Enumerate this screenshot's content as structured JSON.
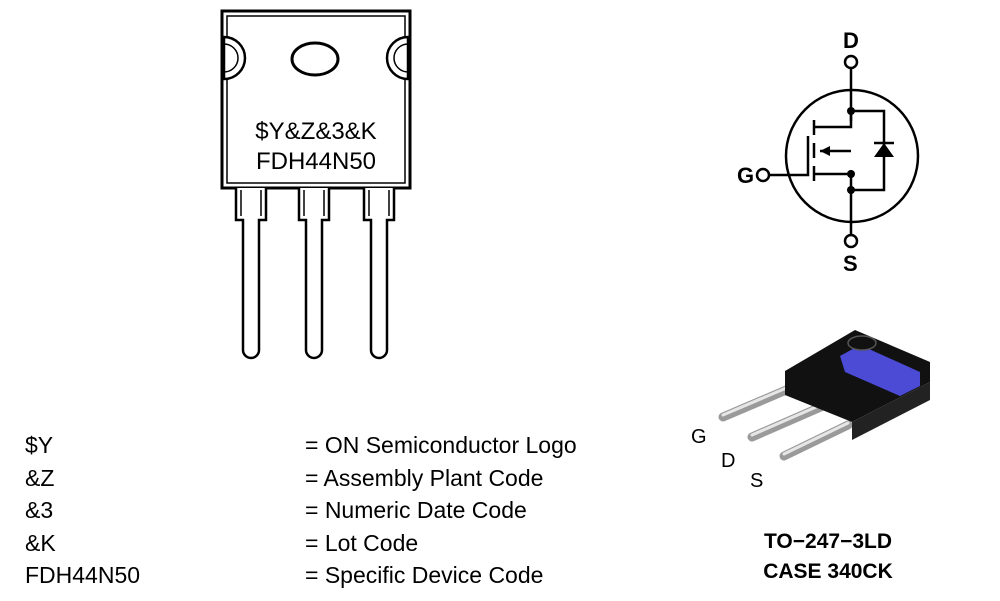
{
  "marking": {
    "line1": "$Y&Z&3&K",
    "line2": "FDH44N50"
  },
  "legend": [
    {
      "code": "$Y",
      "desc": "= ON Semiconductor Logo"
    },
    {
      "code": "&Z",
      "desc": "= Assembly Plant Code"
    },
    {
      "code": "&3",
      "desc": "= Numeric Date Code"
    },
    {
      "code": "&K",
      "desc": "= Lot Code"
    },
    {
      "code": "FDH44N50",
      "desc": "= Specific Device Code"
    }
  ],
  "schematic": {
    "drain_label": "D",
    "gate_label": "G",
    "source_label": "S"
  },
  "photo": {
    "pin_g": "G",
    "pin_d": "D",
    "pin_s": "S",
    "package_color": "#4b4bd6"
  },
  "package": {
    "name": "TO−247−3LD",
    "case": "CASE 340CK"
  }
}
